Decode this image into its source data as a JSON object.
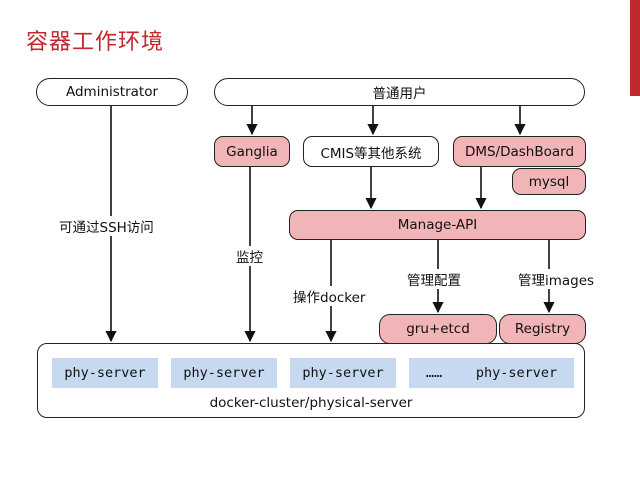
{
  "title": "容器工作环境",
  "nodes": {
    "administrator": "Administrator",
    "common_user": "普通用户",
    "ganglia": "Ganglia",
    "cmis": "CMIS等其他系统",
    "dms": "DMS/DashBoard",
    "mysql": "mysql",
    "manage_api": "Manage-API",
    "gru_etcd": "gru+etcd",
    "registry": "Registry"
  },
  "edge_labels": {
    "ssh_access": "可通过SSH访问",
    "monitor": "监控",
    "operate_docker": "操作docker",
    "manage_config": "管理配置",
    "manage_images": "管理images"
  },
  "cluster": {
    "label": "docker-cluster/physical-server",
    "servers": [
      "phy-server",
      "phy-server",
      "phy-server",
      "phy-server"
    ],
    "ellipsis": "……"
  }
}
